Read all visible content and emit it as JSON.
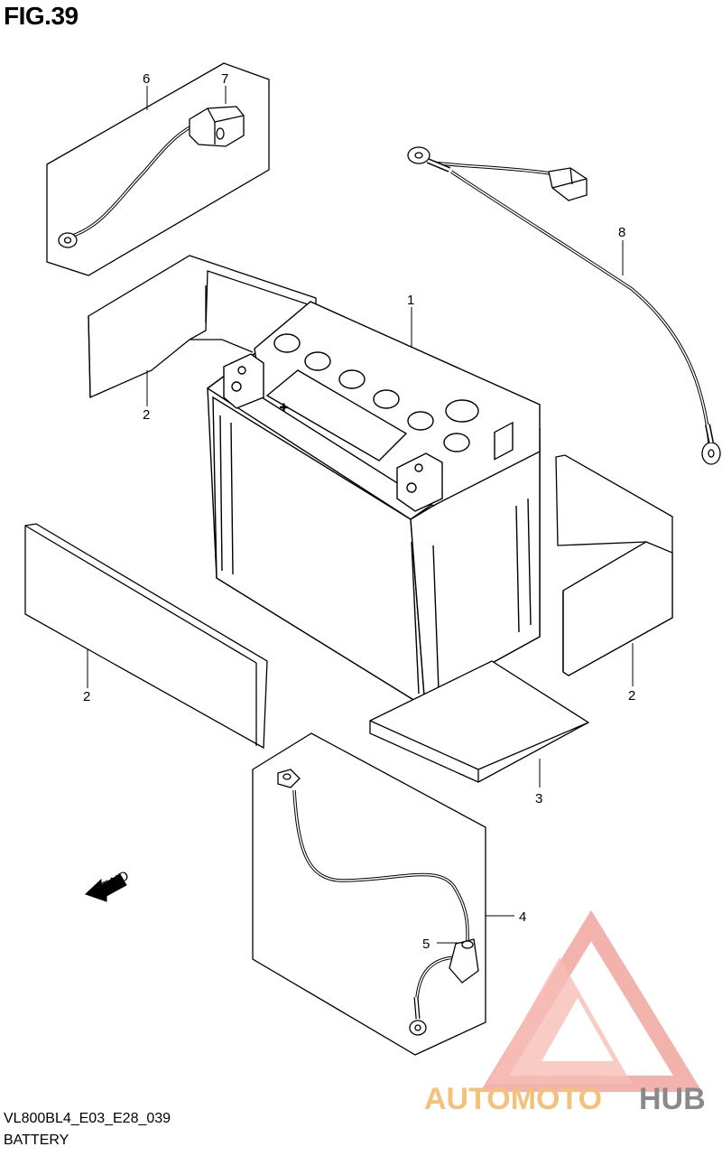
{
  "figure": {
    "title": "FIG.39",
    "model_code": "VL800BL4_E03_E28_039",
    "section_name": "BATTERY"
  },
  "callouts": {
    "c1": "1",
    "c2a": "2",
    "c2b": "2",
    "c2c": "2",
    "c3": "3",
    "c4": "4",
    "c5": "5",
    "c6": "6",
    "c7": "7",
    "c8": "8"
  },
  "direction_arrow": {
    "label": "FWD"
  },
  "watermark": {
    "part1": "AUTOMOTO",
    "part2": "HUB",
    "color_primary": "#f0a49c",
    "color_secondary": "#f3c17a"
  }
}
